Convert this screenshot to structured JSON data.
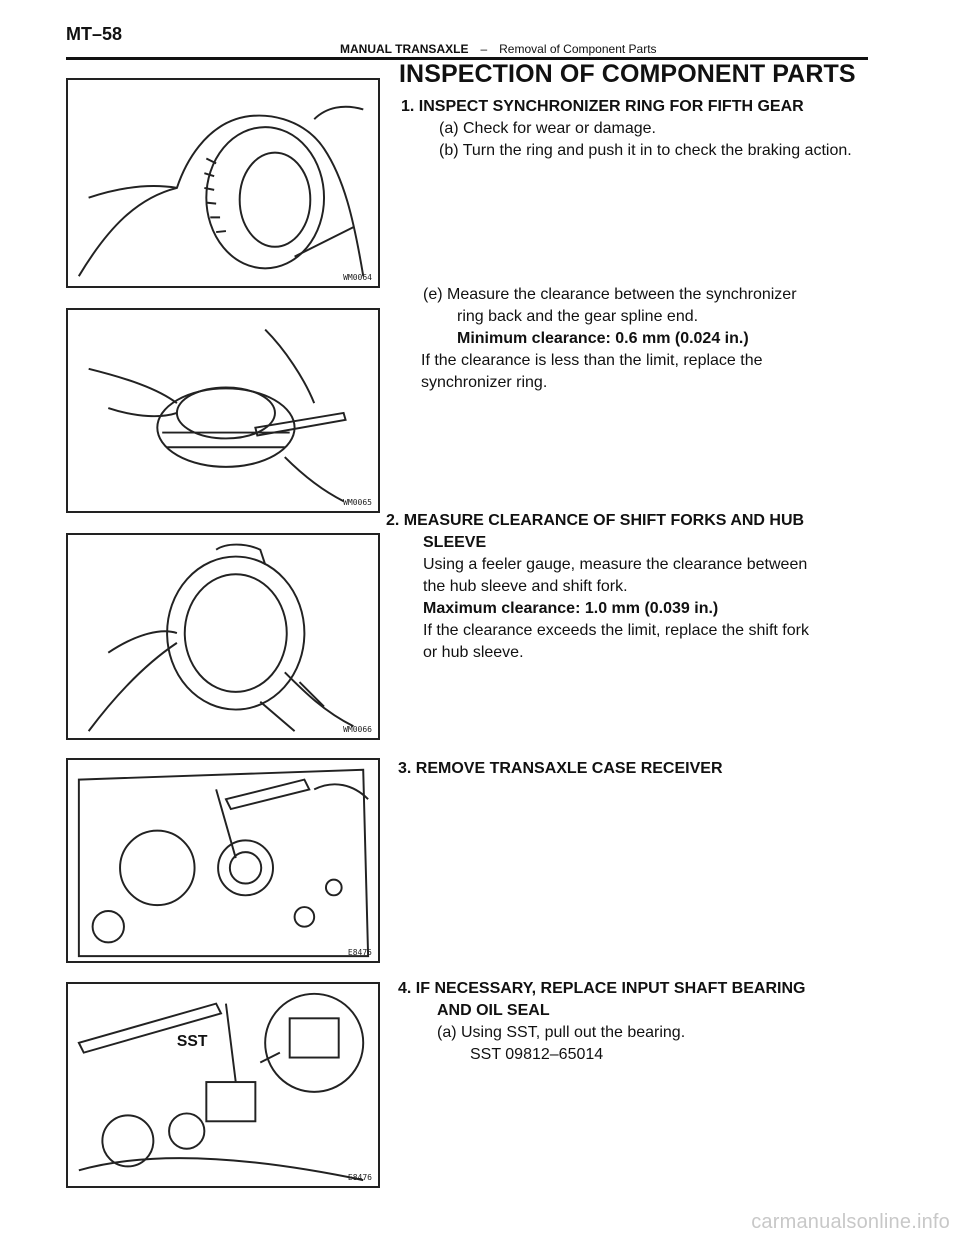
{
  "header": {
    "page_number": "MT–58",
    "section": "MANUAL TRANSAXLE",
    "separator": "–",
    "subsection": "Removal of Component Parts"
  },
  "title": "INSPECTION OF COMPONENT PARTS",
  "step1": {
    "heading": "1. INSPECT SYNCHRONIZER RING FOR FIFTH GEAR",
    "a": "(a) Check for wear or damage.",
    "b": "(b) Turn the ring and push it in to check the braking action.",
    "e_line1": "(e) Measure the clearance between the synchronizer",
    "e_line2": "ring back and the gear spline end.",
    "spec": "Minimum clearance: 0.6 mm (0.024 in.)",
    "note_line1": "If the clearance is less than the limit, replace the",
    "note_line2": "synchronizer ring."
  },
  "step2": {
    "heading_line1": "2. MEASURE CLEARANCE OF SHIFT FORKS AND HUB",
    "heading_line2": "SLEEVE",
    "body_line1": "Using a feeler gauge, measure the clearance between",
    "body_line2": "the hub sleeve and shift fork.",
    "spec": "Maximum clearance: 1.0 mm (0.039 in.)",
    "note_line1": "If the clearance exceeds the limit, replace the shift fork",
    "note_line2": "or hub sleeve."
  },
  "step3": {
    "heading": "3. REMOVE TRANSAXLE CASE RECEIVER"
  },
  "step4": {
    "heading_line1": "4. IF NECESSARY, REPLACE INPUT SHAFT BEARING",
    "heading_line2": "AND OIL SEAL",
    "a": "(a) Using SST, pull out the bearing.",
    "sst": "SST  09812–65014"
  },
  "figures": [
    {
      "code": "WM0064"
    },
    {
      "code": "WM0065"
    },
    {
      "code": "WM0066"
    },
    {
      "code": "E8475"
    },
    {
      "code": "E8476",
      "callout": "SST"
    }
  ],
  "watermark": "carmanualsonline.info"
}
